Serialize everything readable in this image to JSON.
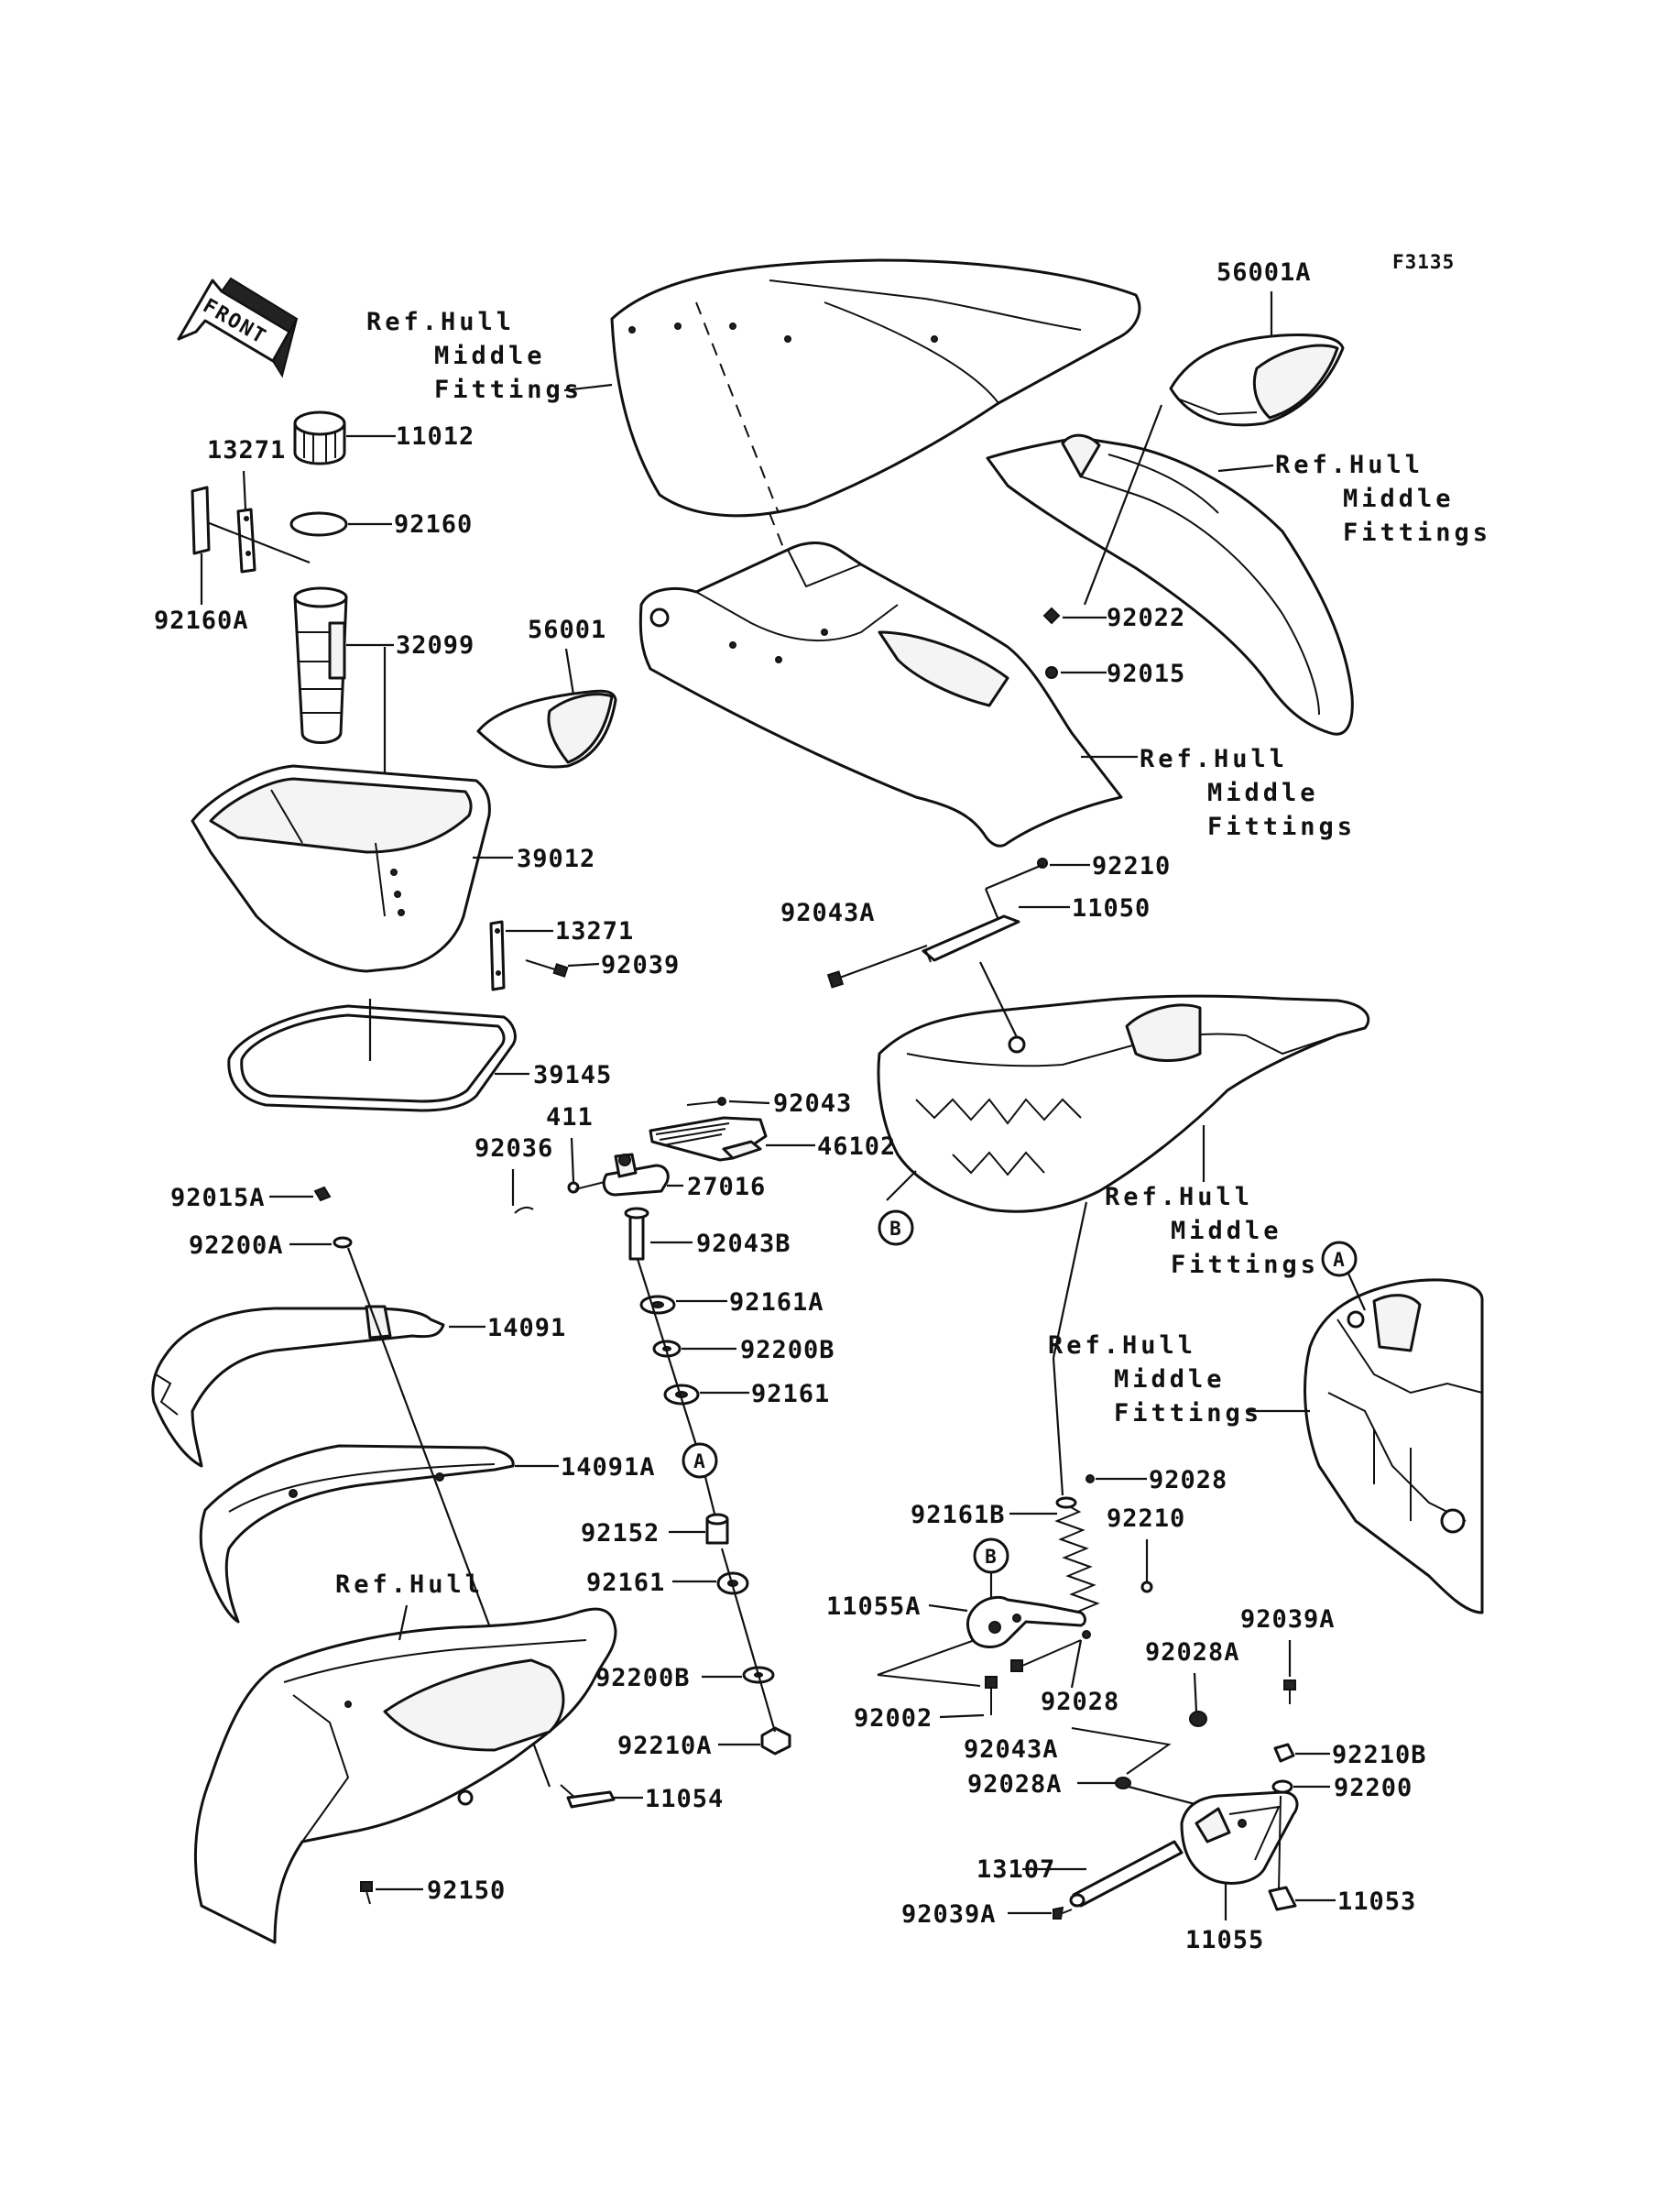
{
  "diagram_code": "F3135",
  "front_label": "FRONT",
  "parts": {
    "p11012": "11012",
    "p13271": "13271",
    "p92160": "92160",
    "p92160A": "92160A",
    "p32099": "32099",
    "p56001": "56001",
    "p56001A": "56001A",
    "p39012": "39012",
    "p13271b": "13271",
    "p92039": "92039",
    "p39145": "39145",
    "p92022": "92022",
    "p92015": "92015",
    "p92210": "92210",
    "p11050": "11050",
    "p92043A": "92043A",
    "p92043": "92043",
    "p411": "411",
    "p92036": "92036",
    "p46102": "46102",
    "p27016": "27016",
    "p92015A": "92015A",
    "p92200A": "92200A",
    "p92043B": "92043B",
    "p14091": "14091",
    "p92161A": "92161A",
    "p92200B": "92200B",
    "p92161": "92161",
    "p14091A": "14091A",
    "p92152": "92152",
    "p92161b": "92161",
    "p92200Bb": "92200B",
    "p92210A": "92210A",
    "p11054": "11054",
    "p92150": "92150",
    "p92028": "92028",
    "p92161B": "92161B",
    "p92210b": "92210",
    "p11055A": "11055A",
    "p92028b": "92028",
    "p92002": "92002",
    "p92043Ab": "92043A",
    "p92039A": "92039A",
    "p92028A": "92028A",
    "p92028Ab": "92028A",
    "p92210B": "92210B",
    "p92200": "92200",
    "p13107": "13107",
    "p92039Ab": "92039A",
    "p11055": "11055",
    "p11053": "11053"
  },
  "refs": {
    "r1": [
      "Ref.Hull",
      "Middle",
      "Fittings"
    ],
    "r2": [
      "Ref.Hull",
      "Middle",
      "Fittings"
    ],
    "r3": [
      "Ref.Hull",
      "Middle",
      "Fittings"
    ],
    "r4": [
      "Ref.Hull",
      "Middle",
      "Fittings"
    ],
    "r5": [
      "Ref.Hull",
      "Middle",
      "Fittings"
    ],
    "r6": [
      "Ref.Hull"
    ]
  },
  "markers": {
    "a": "A",
    "b": "B"
  }
}
